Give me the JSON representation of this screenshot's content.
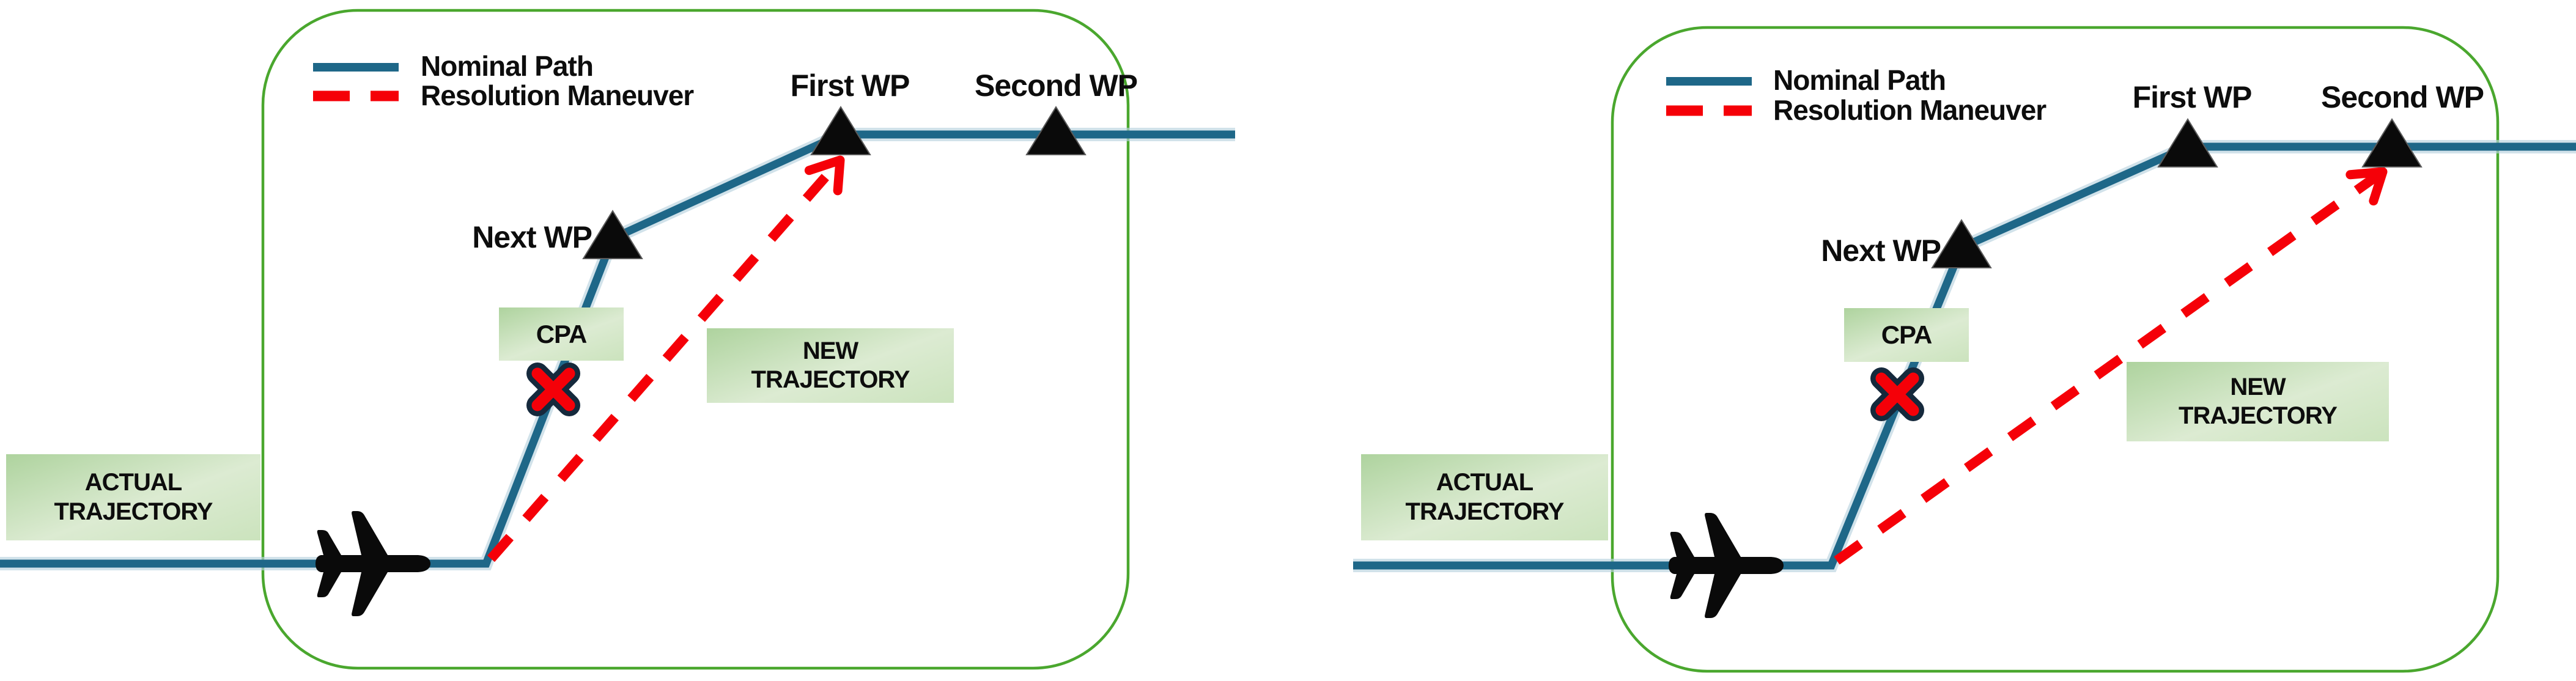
{
  "colors": {
    "nominal_path_blue": "#1e6788",
    "nominal_halo_blue": "#b9d2df",
    "maneuver_red": "#f50008",
    "border_green": "#4aa72e",
    "box_green_dark": "#aed39e",
    "box_green_light": "#e6f2de",
    "marker_black": "#0a0a0a",
    "x_outline_navy": "#15293c"
  },
  "panels": [
    {
      "name": "left-scenario",
      "legend": {
        "nominal": "Nominal Path",
        "resolution": "Resolution Maneuver"
      },
      "waypoints": {
        "next": "Next WP",
        "first": "First WP",
        "second": "Second WP"
      },
      "boxes": {
        "cpa": "CPA",
        "new_line1": "NEW",
        "new_line2": "TRAJECTORY",
        "actual_line1": "ACTUAL",
        "actual_line2": "TRAJECTORY"
      }
    },
    {
      "name": "right-scenario",
      "legend": {
        "nominal": "Nominal Path",
        "resolution": "Resolution Maneuver"
      },
      "waypoints": {
        "next": "Next WP",
        "first": "First WP",
        "second": "Second WP"
      },
      "boxes": {
        "cpa": "CPA",
        "new_line1": "NEW",
        "new_line2": "TRAJECTORY",
        "actual_line1": "ACTUAL",
        "actual_line2": "TRAJECTORY"
      }
    }
  ]
}
